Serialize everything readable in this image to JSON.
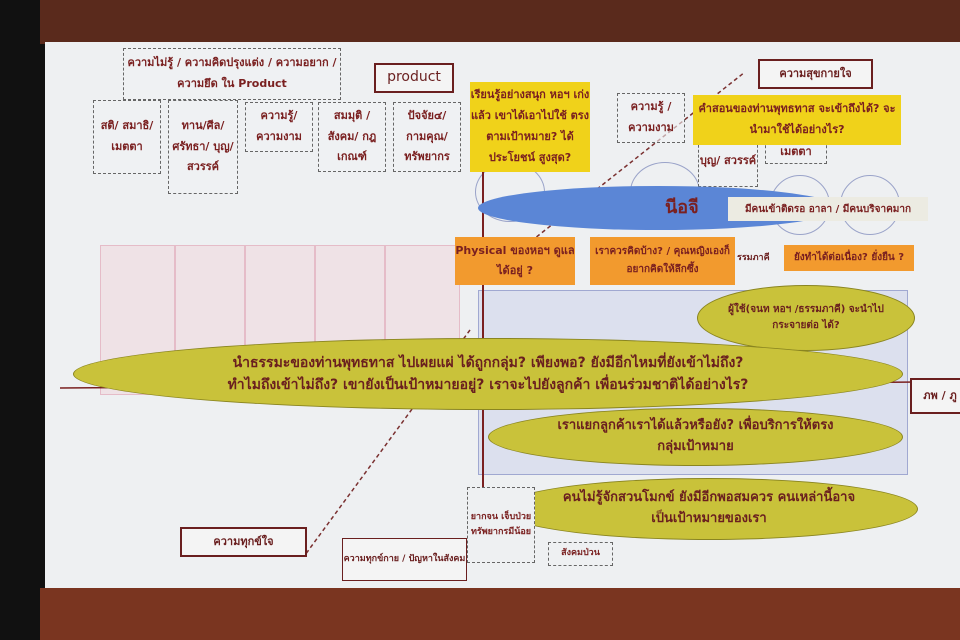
{
  "slide": {
    "top_dashed": "ความไม่รู้ / ความคิดปรุงแต่ง / ความอยาก / ความยึด ใน Product",
    "product_label": "product",
    "happiness_label": "ความสุขกายใจ",
    "left_boxes": [
      "สติ/ สมาธิ/ เมตตา",
      "ทาน/ศีล/ ศรัทธา/ บุญ/ สวรรค์",
      "ความรู้/ ความงาม",
      "สมมุติ / สังคม/ กฎเกณฑ์",
      "ปัจจัย๔/ กามคุณ/ ทรัพยากร"
    ],
    "right_boxes": [
      "ความรู้ / ความงาม",
      "บุญ/ สวรรค์",
      "เมตตา"
    ],
    "yellow_notes": [
      "เรียนรู้อย่างสนุก หอฯ เก่ง แล้ว เขาได้เอาไปใช้ ตรงตามเป้าหมาย? ได้ประโยชน์ สูงสุด?",
      "คำสอนของท่านพุทธทาส จะเข้าถึงได้? จะนำมาใช้ได้อย่างไร?"
    ],
    "ngo_label": "นีอจี",
    "ngo_note": "มีคนเข้าติดรอ อาลา / มีคนบริจาคมาก",
    "orange_notes": [
      "Physical ของหอฯ ดูแลได้อยู่ ?",
      "เราควรคิดบ้าง? / คุณหญิงเองก็อยากคิดให้ลึกซึ้ง",
      "ยังทำได้ต่อเนื่อง? ยั่งยืน ?"
    ],
    "orange_partial": "รรมภาคี",
    "ovals": [
      "ผู้ใช้(จนท หอฯ /ธรรมภาคี) จะนำไปกระจายต่อ ได้?",
      "นำธรรมะของท่านพุทธทาส ไปเผยแผ่ ได้ถูกกลุ่ม? เพียงพอ? ยังมีอีกไหมที่ยังเข้าไม่ถึง? ทำไมถึงเข้าไม่ถึง? เขายังเป็นเป้าหมายอยู่? เราจะไปยังลูกค้า เพื่อนร่วมชาติได้อย่างไร?",
      "เราแยกลูกค้าเราได้แล้วหรือยัง? เพื่อบริการให้ตรงกลุ่มเป้าหมาย",
      "คนไม่รู้จักสวนโมกข์ ยังมีอีกพอสมควร คนเหล่านี้อาจเป็นเป้าหมายของเรา"
    ],
    "suffering_mind": "ความทุกข์ใจ",
    "suffering_body": "ความทุกข์กาย / ปัญหาในสังคม",
    "bottom_boxes": [
      "ยากจน เจ็บป่วย ทรัพยากรมีน้อย",
      "สังคมป่วน"
    ],
    "right_edge": "ภพ / ภู"
  }
}
